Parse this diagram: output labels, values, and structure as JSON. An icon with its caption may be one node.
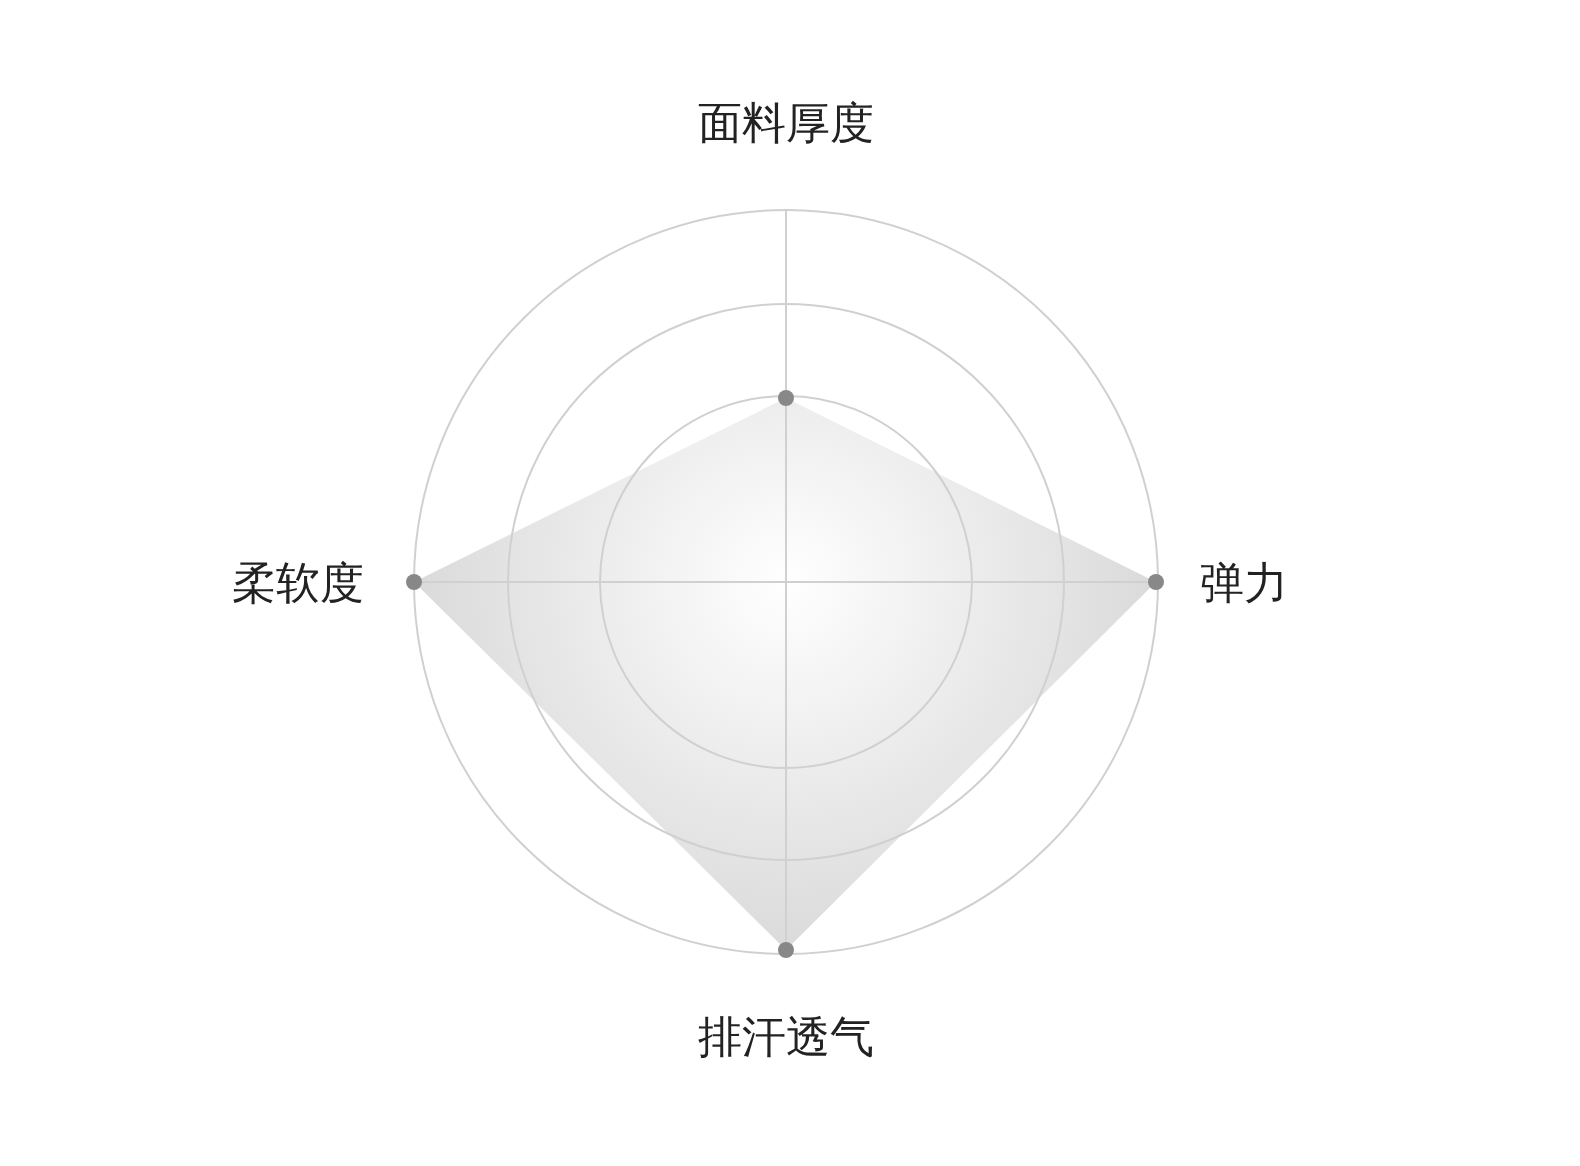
{
  "diagram": {
    "labels": [
      "面料厚度",
      "柔软度",
      "弹力",
      "排汗透气"
    ]
  }
}
